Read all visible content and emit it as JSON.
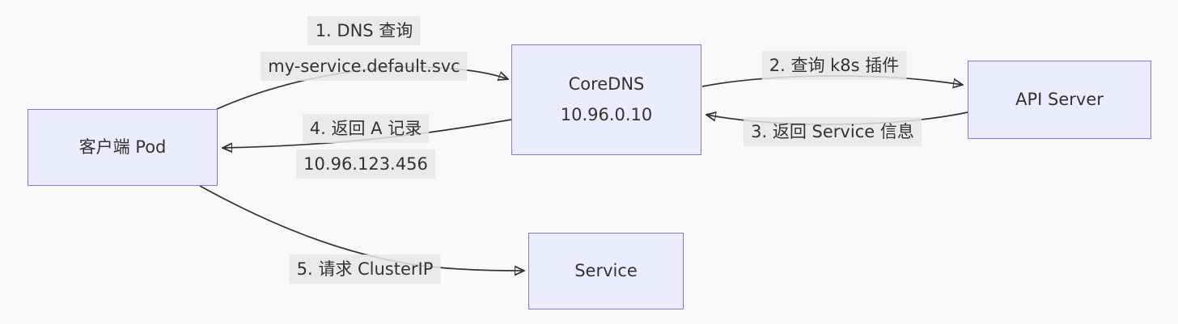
{
  "diagram": {
    "type": "flowchart",
    "colors": {
      "background": "#f8f9fb",
      "node_fill": "#ececff",
      "node_border": "#9370db",
      "edge_color": "#333333",
      "edge_label_background": "#e8e8e8",
      "text_color": "#333333"
    },
    "nodes": [
      {
        "id": "client-pod",
        "lines": [
          "客户端 Pod"
        ]
      },
      {
        "id": "coredns",
        "lines": [
          "CoreDNS",
          "10.96.0.10"
        ]
      },
      {
        "id": "api-server",
        "lines": [
          "API Server"
        ]
      },
      {
        "id": "service",
        "lines": [
          "Service"
        ]
      }
    ],
    "edges": [
      {
        "id": "edge-1",
        "from": "client-pod",
        "to": "coredns",
        "label_lines": [
          "1. DNS 查询",
          "my-service.default.svc"
        ]
      },
      {
        "id": "edge-2",
        "from": "coredns",
        "to": "api-server",
        "label_lines": [
          "2. 查询 k8s 插件"
        ]
      },
      {
        "id": "edge-3",
        "from": "api-server",
        "to": "coredns",
        "label_lines": [
          "3. 返回 Service 信息"
        ]
      },
      {
        "id": "edge-4",
        "from": "coredns",
        "to": "client-pod",
        "label_lines": [
          "4. 返回 A 记录",
          "10.96.123.456"
        ]
      },
      {
        "id": "edge-5",
        "from": "client-pod",
        "to": "service",
        "label_lines": [
          "5. 请求 ClusterIP"
        ]
      }
    ]
  }
}
